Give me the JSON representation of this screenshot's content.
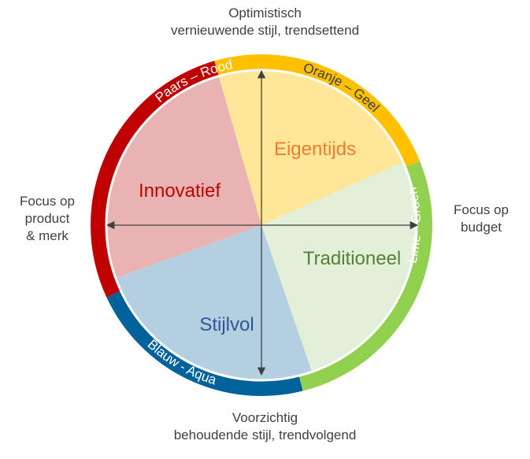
{
  "axes": {
    "top": {
      "line1": "Optimistisch",
      "line2": "vernieuwende stijl, trendsettend"
    },
    "bottom": {
      "line1": "Voorzichtig",
      "line2": "behoudende stijl, trendvolgend"
    },
    "left": {
      "line1": "Focus op",
      "line2": "product",
      "line3": "& merk"
    },
    "right": {
      "line1": "Focus op",
      "line2": "budget"
    }
  },
  "segments": [
    {
      "id": "oranje-geel",
      "ring_label": "Oranje – Geel",
      "segment_label": "Eigentijds",
      "ring_color": "#FFC000",
      "fill_color": "#FFE699",
      "text_color": "#ED7D31"
    },
    {
      "id": "lime-groen",
      "ring_label": "Lime - Groen",
      "segment_label": "Traditioneel",
      "ring_color": "#92D050",
      "fill_color": "#E2EFD9",
      "text_color": "#548235"
    },
    {
      "id": "blauw-aqua",
      "ring_label": "Blauw - Aqua",
      "segment_label": "Stijlvol",
      "ring_color": "#00629B",
      "fill_color": "#B4CFE0",
      "text_color": "#2F5597"
    },
    {
      "id": "paars-rood",
      "ring_label": "Paars – Rood",
      "segment_label": "Innovatief",
      "ring_color": "#C00000",
      "fill_color": "#EAB3B3",
      "text_color": "#C00000"
    }
  ]
}
